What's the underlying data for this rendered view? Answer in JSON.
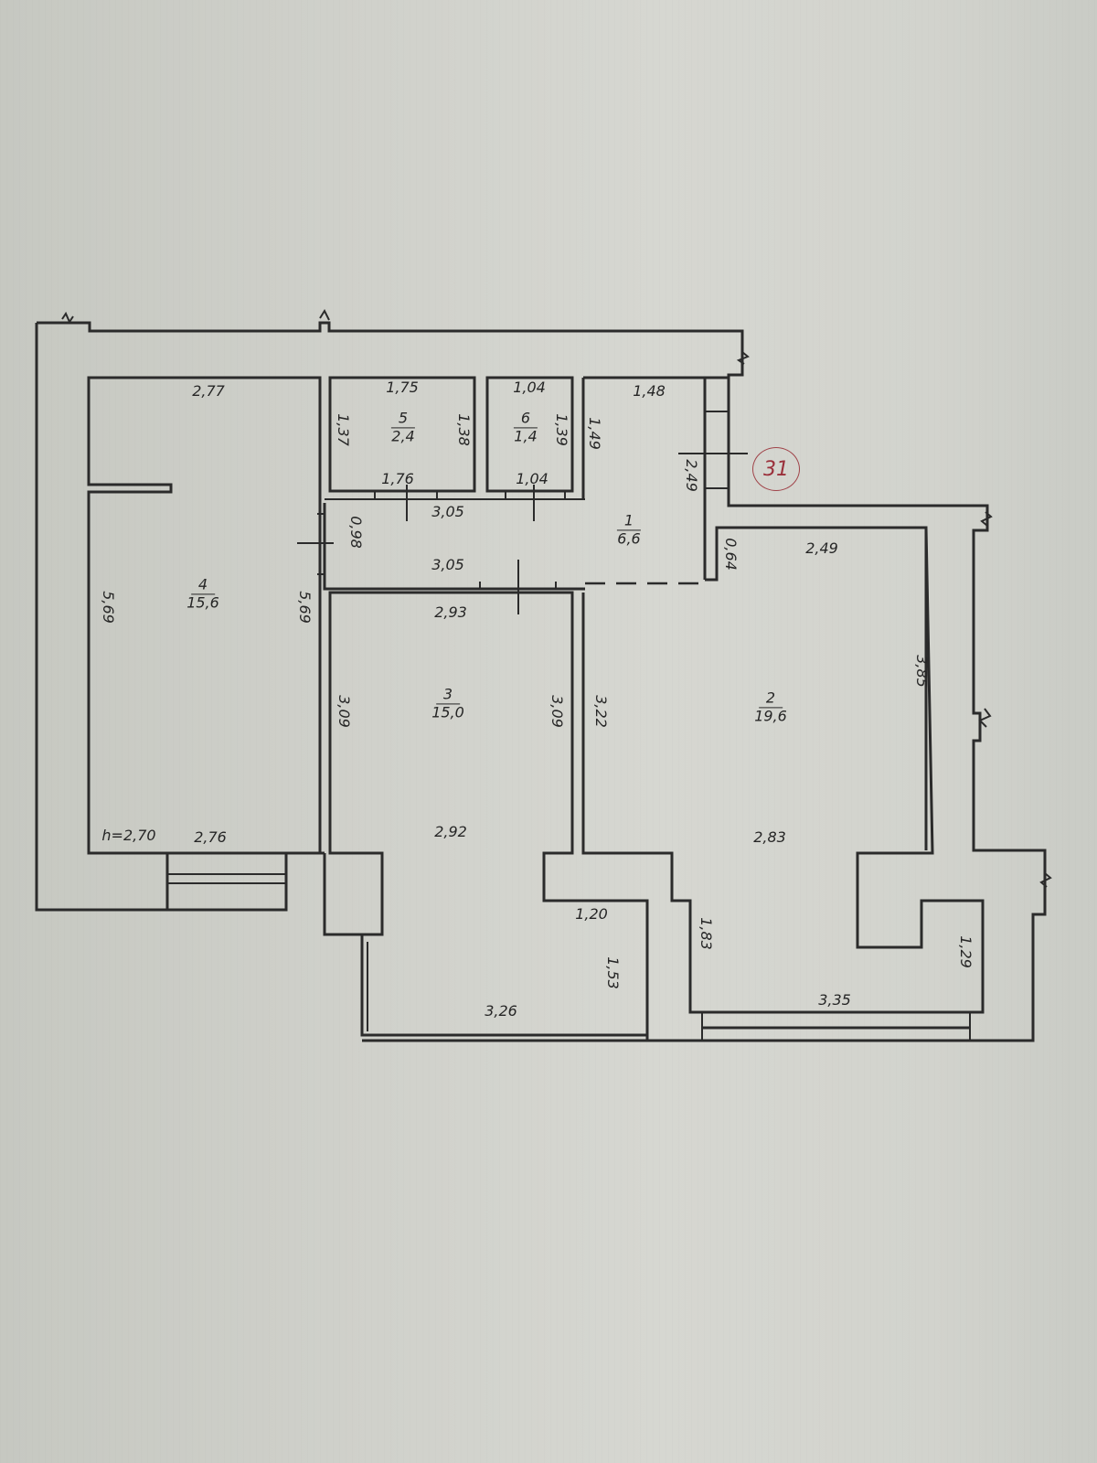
{
  "plan": {
    "apartment_number": "31",
    "ceiling_height": "h=2,70",
    "colors": {
      "ink": "#2b2b2b",
      "apartment_marker": "#9a2f3a",
      "paper": "#d0d1cb"
    }
  },
  "rooms": [
    {
      "id": "1",
      "number": "1",
      "area": "6,6",
      "dims": {
        "top": "1,48",
        "left": "1,49",
        "right": "2,49",
        "corridor_top": "3,05",
        "corridor_bottom": "3,05",
        "corridor_height": "0,98"
      }
    },
    {
      "id": "2",
      "number": "2",
      "area": "19,6",
      "dims": {
        "top": "2,49",
        "left_top": "0,64",
        "right": "3,85",
        "left": "3,22",
        "middle": "2,83",
        "lower_left": "1,83",
        "bottom": "3,35",
        "lower_right": "1,29"
      }
    },
    {
      "id": "3",
      "number": "3",
      "area": "15,0",
      "dims": {
        "top": "2,93",
        "left": "3,09",
        "right": "3,09",
        "middle": "2,92",
        "notch": "1,20",
        "lower_right": "1,53",
        "bottom": "3,26"
      }
    },
    {
      "id": "4",
      "number": "4",
      "area": "15,6",
      "dims": {
        "top": "2,77",
        "left": "5,69",
        "right": "5,69",
        "bottom": "2,76"
      }
    },
    {
      "id": "5",
      "number": "5",
      "area": "2,4",
      "dims": {
        "top": "1,75",
        "left": "1,37",
        "right": "1,38",
        "bottom": "1,76"
      }
    },
    {
      "id": "6",
      "number": "6",
      "area": "1,4",
      "dims": {
        "top": "1,04",
        "right": "1,39",
        "bottom": "1,04"
      }
    }
  ]
}
